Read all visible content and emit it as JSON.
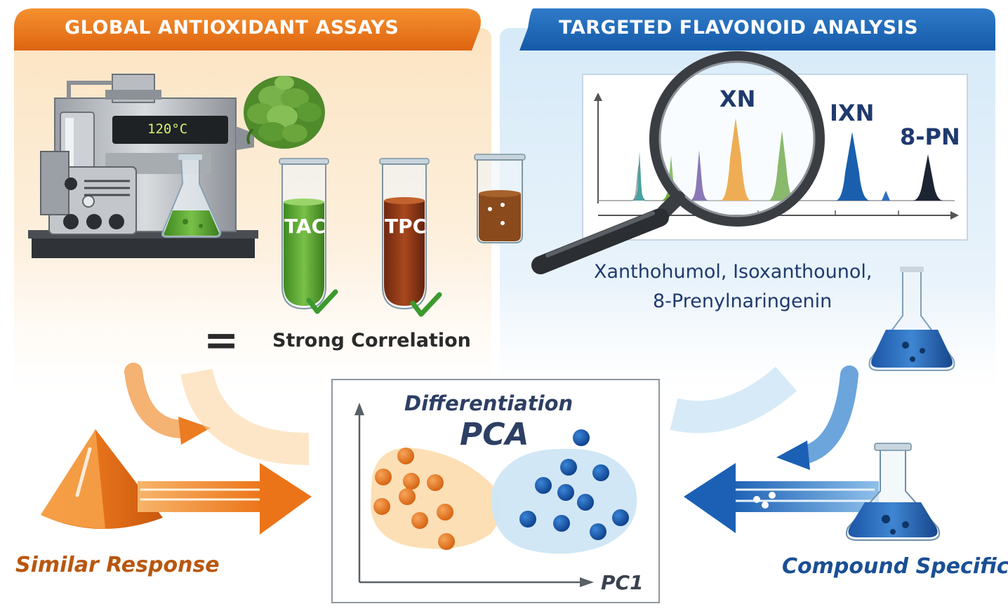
{
  "left_panel": {
    "title": "GLOBAL ANTIOXIDANT ASSAYS",
    "instrument_temp": "120°C",
    "tube_labels": [
      "TAC",
      "TPC"
    ],
    "equals_symbol": "=",
    "correlation_text": "Strong Correlation",
    "icons": [
      "heating-instrument-icon",
      "hop-cone-icon",
      "flask-icon",
      "test-tube-icon",
      "check-icon"
    ]
  },
  "right_panel": {
    "title": "TARGETED FLAVONOID ANALYSIS",
    "peak_labels": [
      "XN",
      "IXN",
      "8-PN"
    ],
    "compounds_line1": "Xanthohumol, Isoxanthounol,",
    "compounds_line2": "8-Prenylnaringenin",
    "icons": [
      "chromatogram-icon",
      "magnifying-glass-icon",
      "flask-icon"
    ]
  },
  "center_panel": {
    "title": "Differentiation",
    "method": "PCA",
    "x_axis_label": "PC1"
  },
  "bottom_left": {
    "label": "Similar Response",
    "icon": "cone-icon"
  },
  "bottom_right": {
    "label": "Compound Specific",
    "icon": "flask-icon"
  },
  "colors": {
    "orange": "#e8701a",
    "orange_light": "#fbd9a8",
    "blue": "#1a5fae",
    "blue_light": "#cfe6f6",
    "green": "#5aa632",
    "brown": "#8a3a14",
    "navy": "#1f3a6e"
  }
}
